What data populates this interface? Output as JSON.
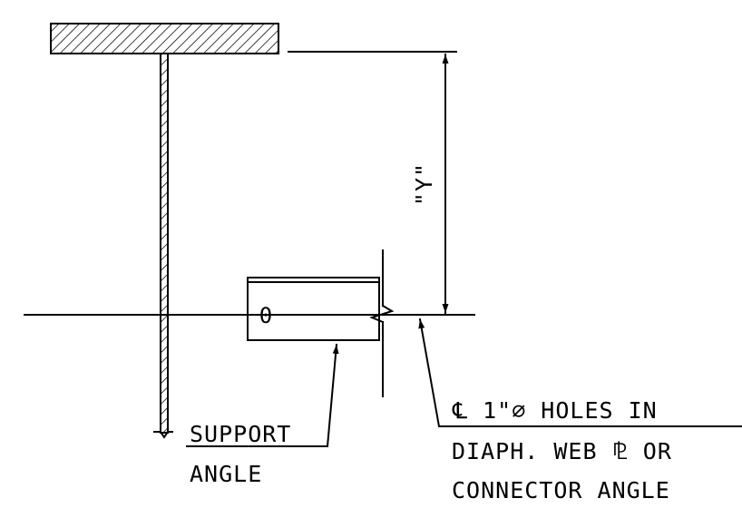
{
  "labels": {
    "dimension": "\"Y\"",
    "hole_mark": "0",
    "support_angle_line1": "SUPPORT",
    "support_angle_line2": "ANGLE",
    "holes_line1": "℄ 1\"∅ HOLES IN",
    "holes_line2": "DIAPH. WEB ⅊ OR",
    "holes_line3": "CONNECTOR ANGLE"
  },
  "colors": {
    "line": "#000000",
    "background": "#ffffff"
  }
}
